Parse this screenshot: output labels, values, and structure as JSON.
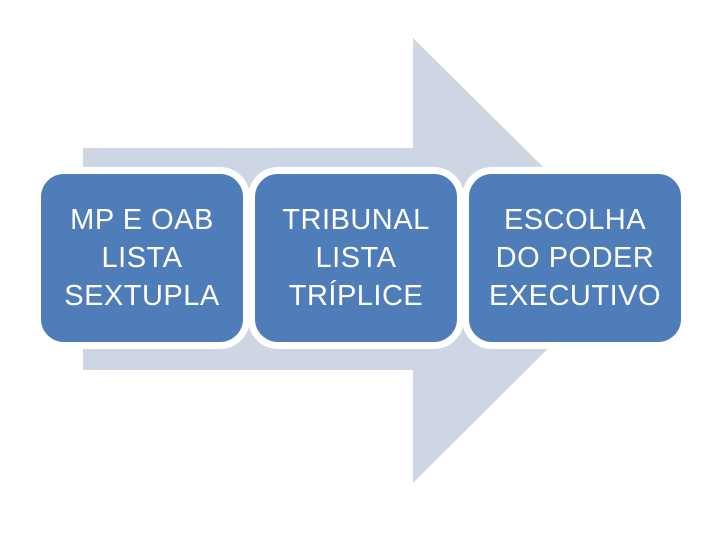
{
  "diagram": {
    "type": "process-arrow",
    "direction": "right",
    "steps": [
      {
        "lines": [
          "MP E OAB",
          "LISTA",
          "SEXTUPLA"
        ]
      },
      {
        "lines": [
          "TRIBUNAL",
          "LISTA",
          "TRÍPLICE"
        ]
      },
      {
        "lines": [
          "ESCOLHA",
          "DO PODER",
          "EXECUTIVO"
        ]
      }
    ]
  },
  "colors": {
    "box-fill": "#4E7DB9",
    "box-border": "#FFFFFF",
    "arrow-fill": "#CFD6E3",
    "text": "#FFFFFF",
    "background": "#FFFFFF"
  }
}
